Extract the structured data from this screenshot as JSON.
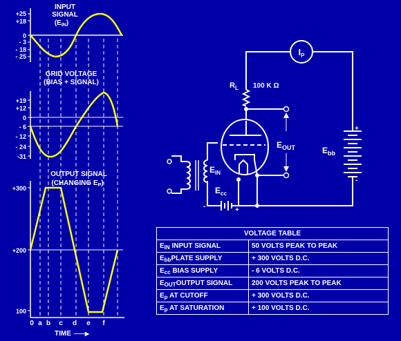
{
  "waveforms": {
    "input": {
      "title_line1": "INPUT",
      "title_line2": "SIGNAL",
      "title_line3": "(E",
      "title_sub": "IN",
      "title_end": ")",
      "ticks": [
        "+25",
        "+18",
        "0",
        "- 3",
        "- 18",
        "- 25"
      ]
    },
    "grid": {
      "title_line1": "GRID VOLTAGE",
      "title_line2": "(BIAS + SIGNAL)",
      "ticks": [
        "+19",
        "+12",
        "0",
        "- 6",
        "- 12",
        "- 24",
        "-31"
      ]
    },
    "output": {
      "title_line1": "OUTPUT SIGNAL",
      "title_line2": "(CHANGING E",
      "title_sub": "P",
      "title_end": ")",
      "ticks": [
        "+300",
        "+200",
        "100"
      ]
    },
    "time_ticks": [
      "0",
      "a",
      "b",
      "c",
      "d",
      "e",
      "f"
    ],
    "time_label": "TIME",
    "time_arrow": "——▶",
    "line_color": "#ffff00"
  },
  "circuit": {
    "meter_main": "I",
    "meter_sub": "P",
    "rl_main": "R",
    "rl_sub": "L",
    "rl_value": "100 K Ω",
    "eout_main": "E",
    "eout_sub": "OUT",
    "ebb_main": "E",
    "ebb_sub": "bb",
    "ein_main": "E",
    "ein_sub": "IN",
    "ecc_main": "E",
    "ecc_sub": "cc",
    "plus": "+",
    "minus": "-"
  },
  "table": {
    "title": "VOLTAGE TABLE",
    "rows": [
      {
        "sym": "E",
        "sub": "IN",
        "name": " INPUT SIGNAL",
        "value": "50 VOLTS PEAK TO PEAK"
      },
      {
        "sym": "E",
        "sub": "bb",
        "name": "PLATE SUPPLY",
        "value": "+ 300 VOLTS D.C."
      },
      {
        "sym": "E",
        "sub": "cc",
        "name": " BIAS SUPPLY",
        "value": "- 6 VOLTS D.C."
      },
      {
        "sym": "E",
        "sub": "OUT",
        "name": "OUTPUT SIGNAL",
        "value": "200 VOLTS PEAK TO PEAK"
      },
      {
        "sym": "E",
        "sub": "p",
        "name": "   AT CUTOFF",
        "value": "+ 300 VOLTS D.C."
      },
      {
        "sym": "E",
        "sub": "p",
        "name": "   AT SATURATION",
        "value": "+ 100 VOLTS D.C."
      }
    ]
  }
}
